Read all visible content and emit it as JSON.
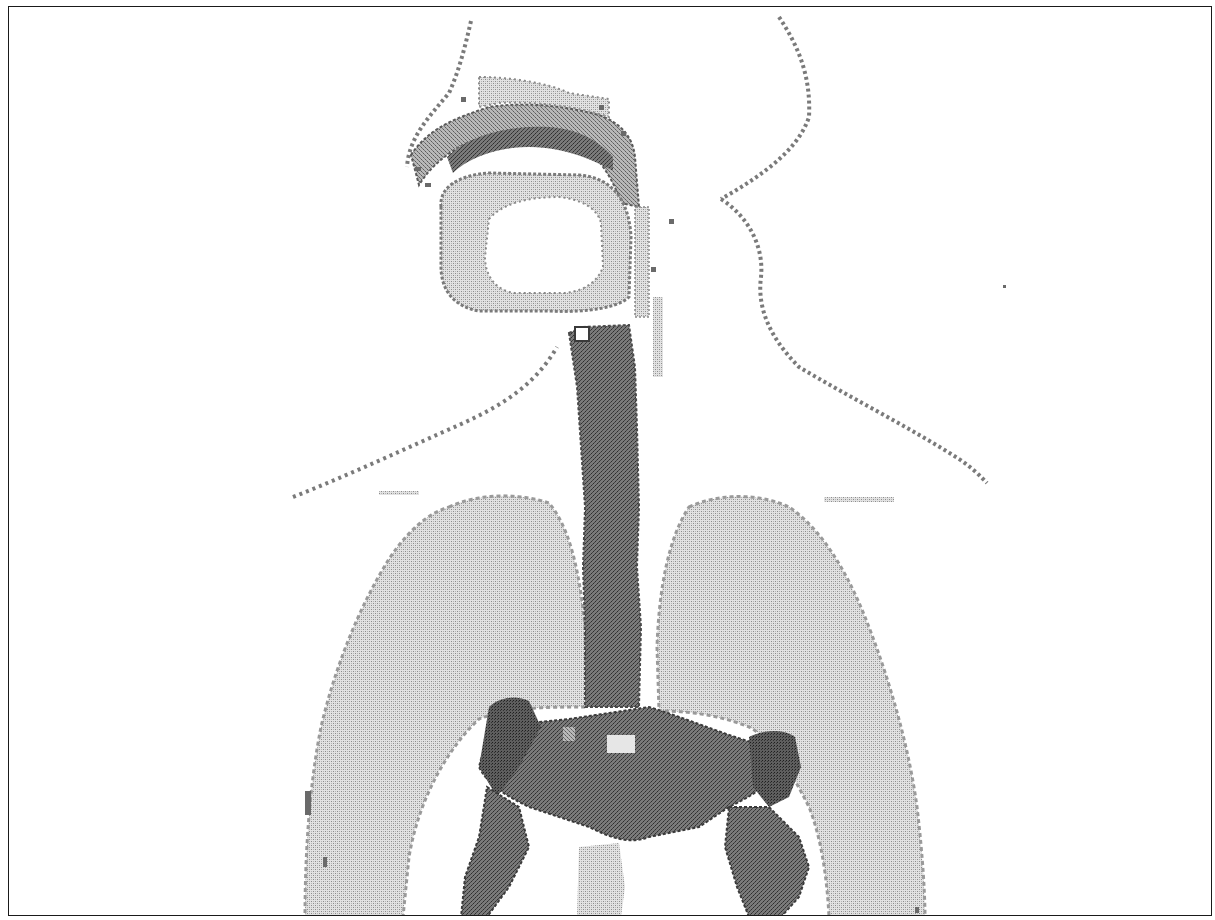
{
  "figure": {
    "kind": "anatomical-illustration",
    "subject": "respiratory-system",
    "has_text": false,
    "style": "dithered-grayscale-halftone",
    "colors": {
      "background": "#ffffff",
      "frame": "#1a1a1a",
      "lung_fill": "#c4c4c4",
      "lung_edge": "#9a9a9a",
      "airway_fill": "#6e6e6e",
      "airway_edge": "#4a4a4a",
      "nasal_cavity_fill": "#8a8a8a",
      "outline_stipple": "#7a7a7a",
      "light_gray": "#dcdcdc"
    },
    "parts": [
      "head-outline",
      "nasal-cavity",
      "oral-cavity",
      "pharynx",
      "trachea",
      "left-lung",
      "right-lung",
      "bronchial-tree",
      "neck-outline",
      "shoulder-outline",
      "clavicle-line"
    ]
  }
}
